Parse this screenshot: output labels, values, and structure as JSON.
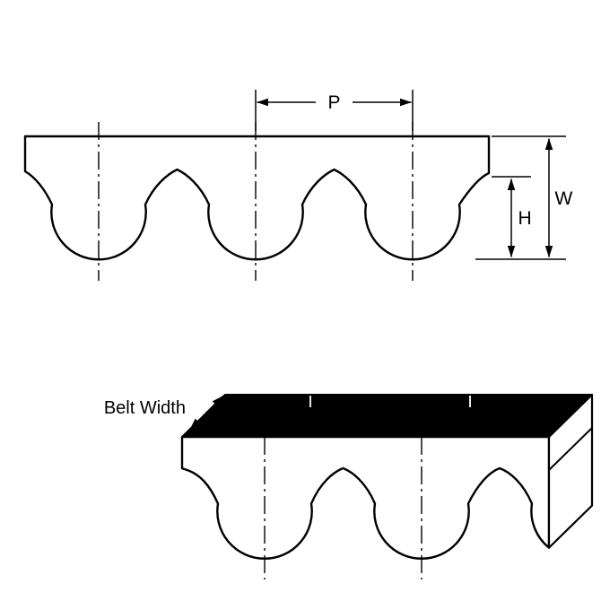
{
  "diagram": {
    "type": "timing-belt-dimension-drawing",
    "labels": {
      "pitch": "P",
      "belt_thickness": "W",
      "tooth_height": "H",
      "belt_width": "Belt Width"
    },
    "colors": {
      "line": "#000000",
      "belt_fill": "#ffffff",
      "top_surface": "#000000",
      "background": "#ffffff"
    }
  }
}
